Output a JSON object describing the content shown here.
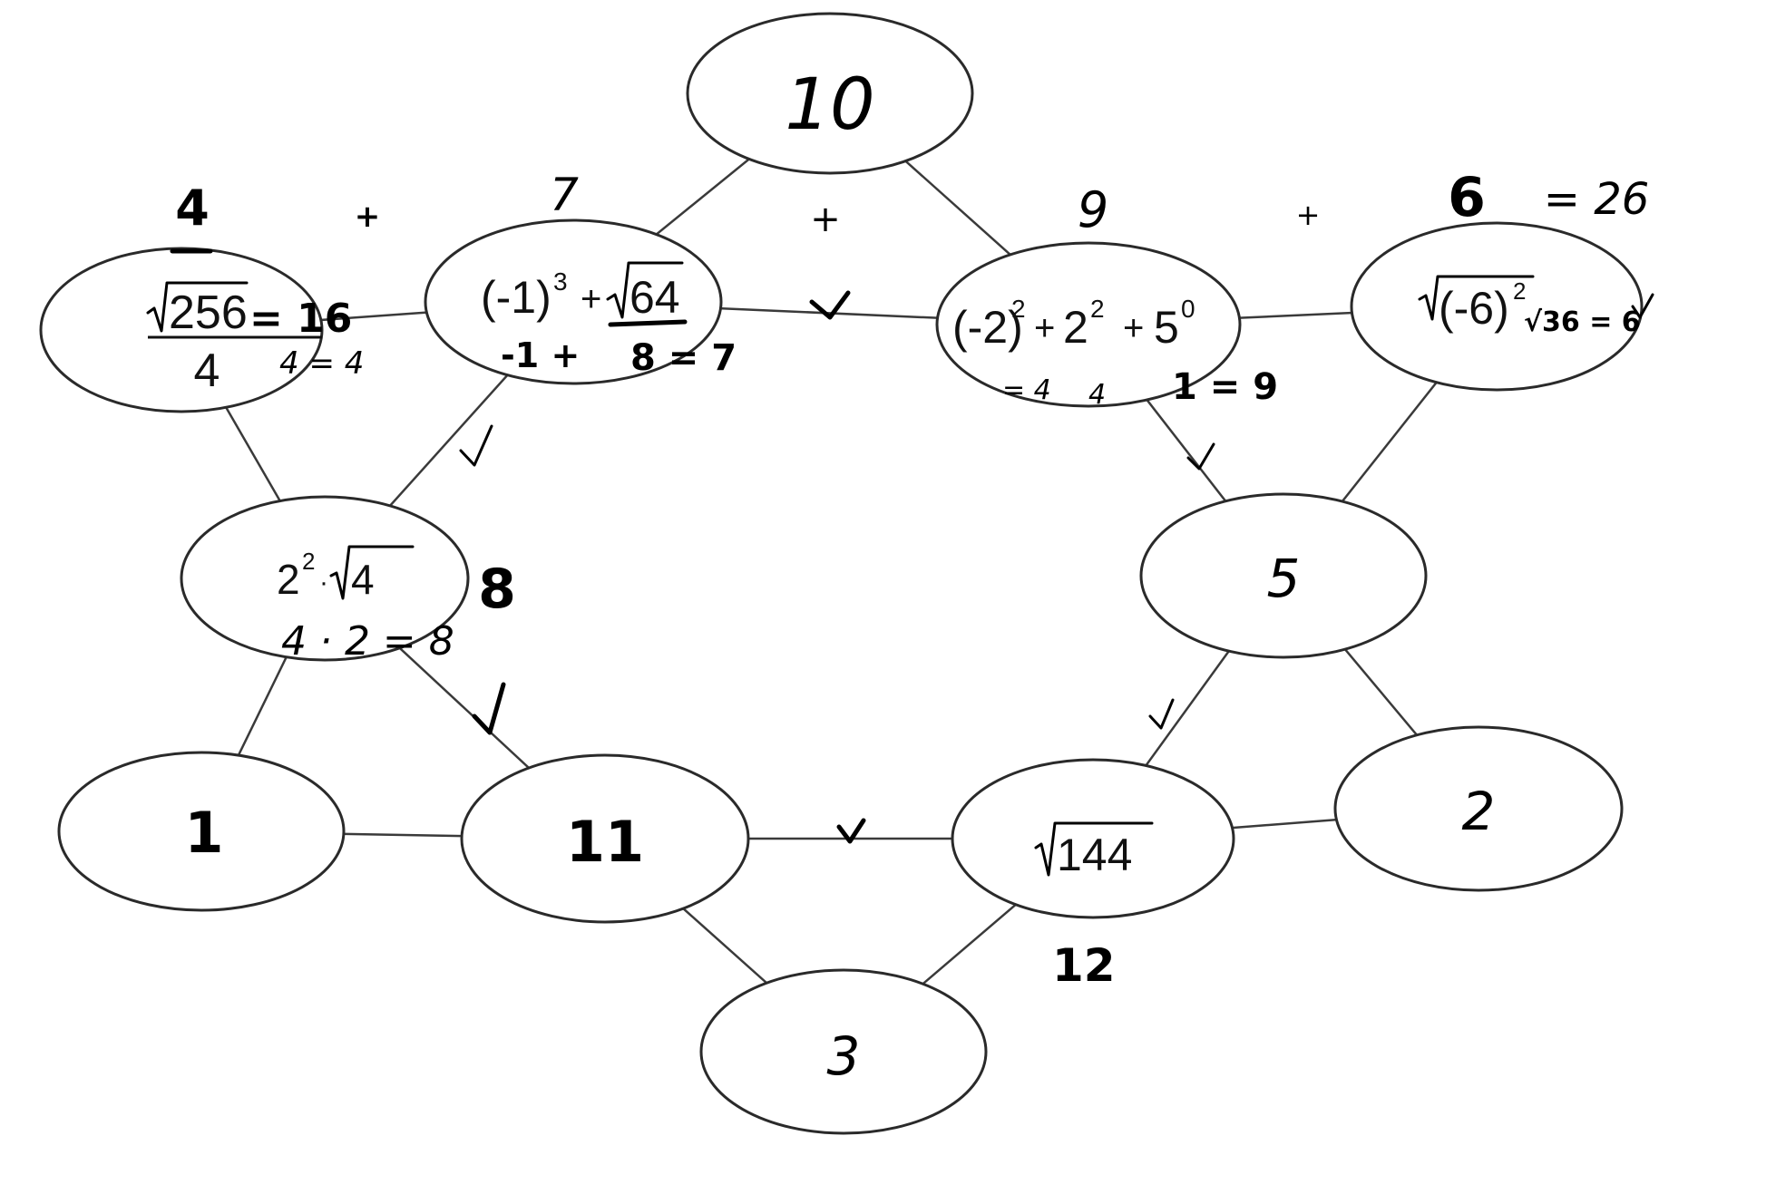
{
  "diagram": {
    "type": "node-graph-worksheet",
    "nodes": {
      "n10": {
        "label": "10"
      },
      "n_sqrt256": {
        "numerator": "256",
        "denominator": "4",
        "work_eq": "= 16",
        "work_below": "4 = 4",
        "result": "4"
      },
      "n_neg1cubed": {
        "base": "(-1)",
        "exp": "3",
        "op": "+",
        "radicand": "64",
        "work_left": "-1 +",
        "work_right": "8 = 7"
      },
      "n_neg2sq": {
        "t1_base": "(-2)",
        "t1_exp": "2",
        "t2_base": "2",
        "t2_exp": "2",
        "t3_base": "5",
        "t3_exp": "0",
        "op": "+",
        "work": [
          "= 4",
          "4",
          "1 = 9"
        ]
      },
      "n_sqrtneg6": {
        "radicand_base": "(-6)",
        "radicand_exp": "2",
        "work": "√36 = 6"
      },
      "n_2sq_sqrt4": {
        "base": "2",
        "exp": "2",
        "dot": "·",
        "radicand": "4",
        "work": "4 · 2 = 8"
      },
      "n5": {
        "label": "5"
      },
      "n1": {
        "label": "1"
      },
      "n11": {
        "label": "11"
      },
      "n_sqrt144": {
        "radicand": "144",
        "work_below": "12"
      },
      "n2": {
        "label": "2"
      },
      "n3": {
        "label": "3"
      }
    },
    "annotations": {
      "top_values": [
        "4",
        "7",
        "9",
        "6"
      ],
      "plus_signs": [
        "+",
        "+",
        "+"
      ],
      "equals_total": "= 26",
      "right_of_2sq": "8",
      "checkmark_glyph": "✓"
    },
    "edges": [
      [
        "n10",
        "n_neg1cubed"
      ],
      [
        "n10",
        "n_neg2sq"
      ],
      [
        "n_sqrt256",
        "n_neg1cubed"
      ],
      [
        "n_neg1cubed",
        "n_neg2sq"
      ],
      [
        "n_neg2sq",
        "n_sqrtneg6"
      ],
      [
        "n_sqrt256",
        "n_2sq_sqrt4"
      ],
      [
        "n_neg1cubed",
        "n_2sq_sqrt4"
      ],
      [
        "n_neg2sq",
        "n5"
      ],
      [
        "n_sqrtneg6",
        "n5"
      ],
      [
        "n_2sq_sqrt4",
        "n1"
      ],
      [
        "n_2sq_sqrt4",
        "n11"
      ],
      [
        "n5",
        "n_sqrt144"
      ],
      [
        "n5",
        "n2"
      ],
      [
        "n1",
        "n11"
      ],
      [
        "n11",
        "n_sqrt144"
      ],
      [
        "n_sqrt144",
        "n2"
      ],
      [
        "n11",
        "n3"
      ],
      [
        "n_sqrt144",
        "n3"
      ]
    ],
    "checked_edges": [
      [
        "n_neg1cubed",
        "n_neg2sq"
      ],
      [
        "n_neg1cubed",
        "n_2sq_sqrt4"
      ],
      [
        "n_neg2sq",
        "n5"
      ],
      [
        "n_2sq_sqrt4",
        "n11"
      ],
      [
        "n5",
        "n_sqrt144"
      ],
      [
        "n11",
        "n_sqrt144"
      ]
    ]
  }
}
